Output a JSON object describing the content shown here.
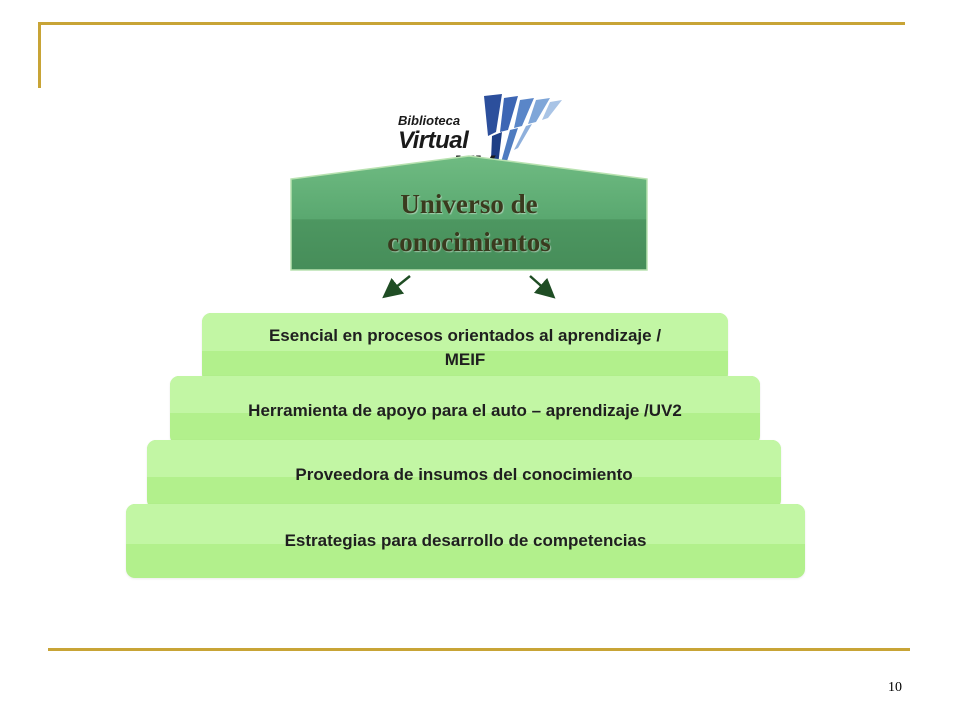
{
  "logo": {
    "line1": "Biblioteca",
    "line2": "Virtual",
    "line3": "UV"
  },
  "pentagon": {
    "line1": "Universo de",
    "line2": "conocimientos"
  },
  "tiers": [
    {
      "line1": "Esencial en procesos orientados al aprendizaje /",
      "line2": "MEIF"
    },
    {
      "label": "Herramienta de apoyo para el auto – aprendizaje /UV2"
    },
    {
      "label": "Proveedora de insumos del conocimiento"
    },
    {
      "label": "Estrategias para desarrollo de competencias"
    }
  ],
  "page_number": "10",
  "colors": {
    "frame": "#c8a436",
    "pentagon_fill": "#5aa46c",
    "tier_fill": "#b2f08c",
    "arrow": "#1f4d24"
  }
}
